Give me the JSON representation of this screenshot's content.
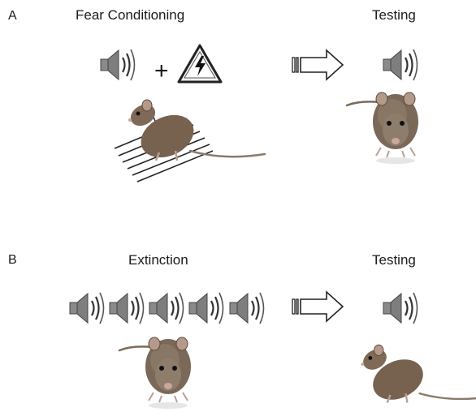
{
  "panels": [
    {
      "letter": "A",
      "left_title": "Fear Conditioning",
      "plus": "+",
      "right_title": "Testing"
    },
    {
      "letter": "B",
      "left_title": "Extinction",
      "right_title": "Testing"
    }
  ],
  "icons": {
    "speaker": "speaker-icon",
    "shock": "electric-shock-warning-icon",
    "arrow": "hollow-right-arrow-icon",
    "grid": "shock-grid-floor",
    "rat": "rat-illustration"
  },
  "colors": {
    "text": "#1a1a1a",
    "speaker_gray": "#8a8a8a",
    "rat_brown": "#6b5a48"
  }
}
